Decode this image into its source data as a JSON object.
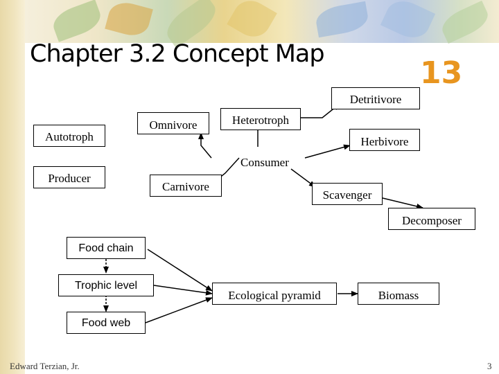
{
  "slide": {
    "title": "Chapter 3.2 Concept Map",
    "number_badge": "13",
    "author": "Edward Terzian, Jr.",
    "page_number": "3",
    "accent_color": "#e8951f"
  },
  "concepts": {
    "detritivore": "Detritivore",
    "omnivore": "Omnivore",
    "heterotroph": "Heterotroph",
    "autotroph": "Autotroph",
    "herbivore": "Herbivore",
    "consumer": "Consumer",
    "producer": "Producer",
    "carnivore": "Carnivore",
    "scavenger": "Scavenger",
    "decomposer": "Decomposer",
    "food_chain": "Food chain",
    "trophic_level": "Trophic level",
    "ecological_pyramid": "Ecological pyramid",
    "biomass": "Biomass",
    "food_web": "Food web"
  }
}
